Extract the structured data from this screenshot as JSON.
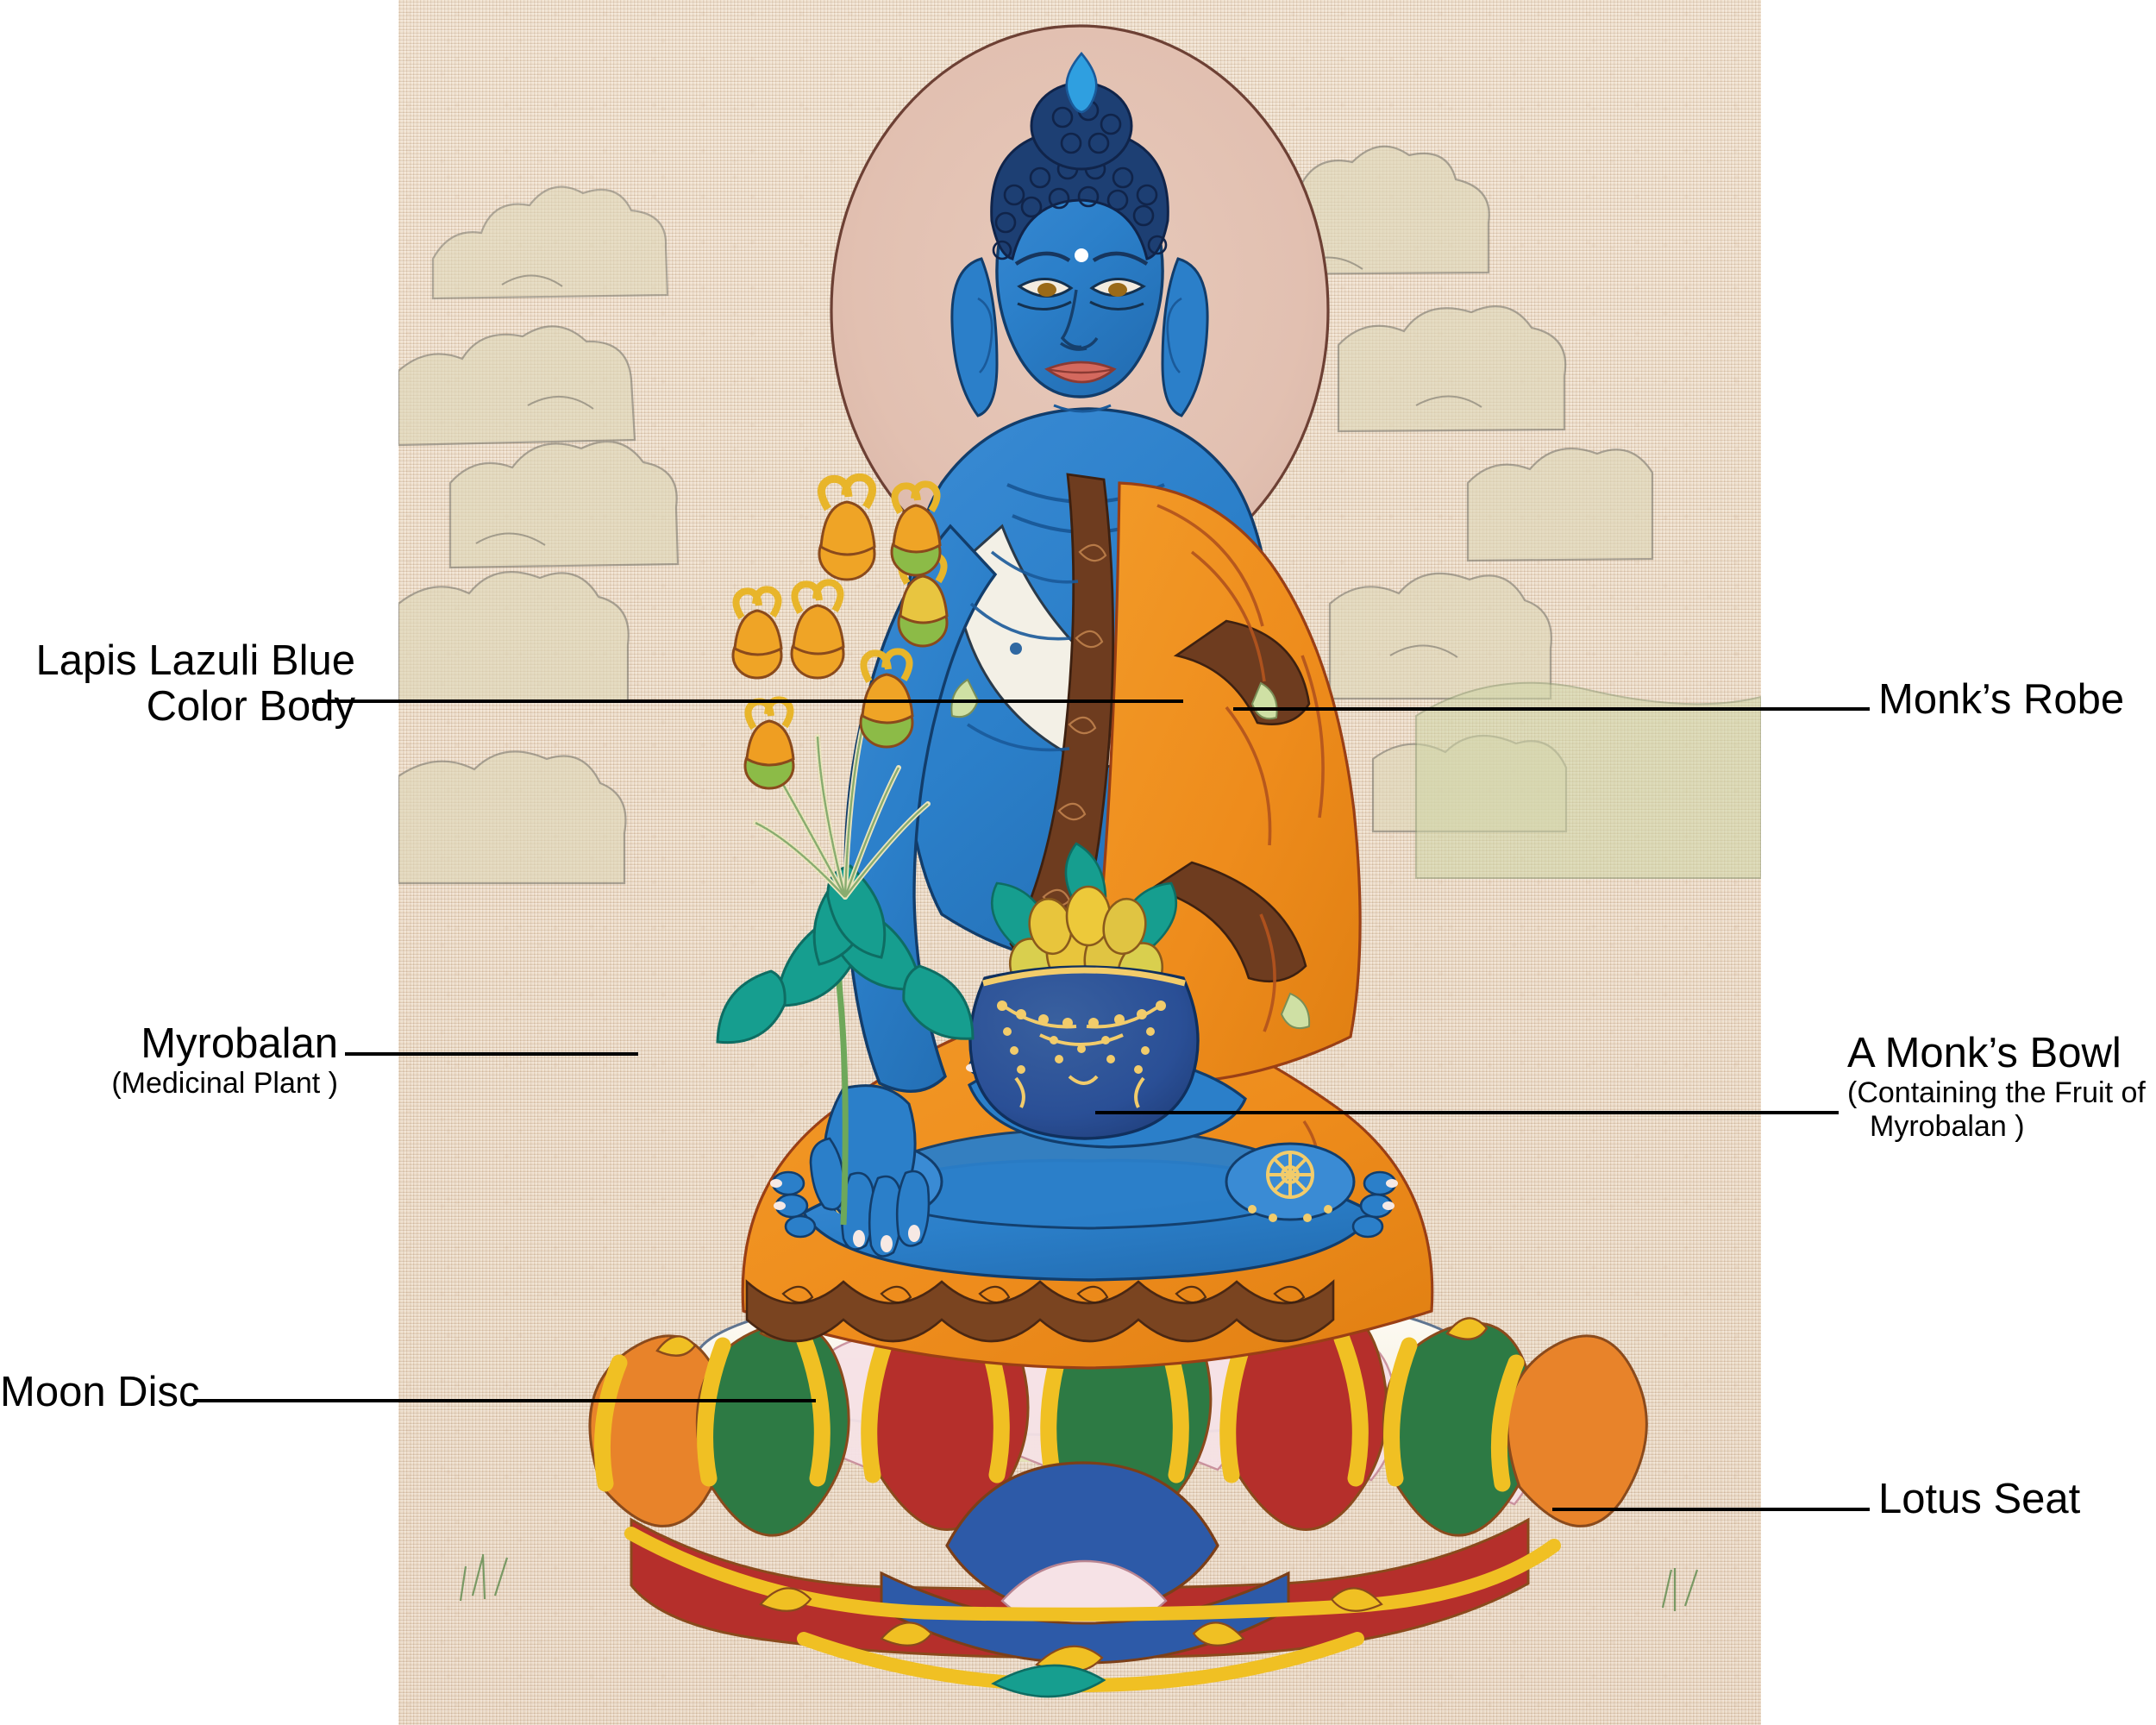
{
  "figure": {
    "subject": "Medicine Buddha (Bhaisajyaguru) thangka",
    "canvas_color": "#ecd9c3",
    "halo_color": "#e2c0b1",
    "body_color": "#2b7fc9",
    "hair_color": "#1d3f73",
    "robe_color": "#ee8c1c",
    "robe_border_color": "#6e3c1f",
    "bowl_color": "#2a4f96",
    "bowl_gold": "#f2cc6b",
    "lotus_red": "#b52f2b",
    "lotus_green": "#2d7a44",
    "lotus_gold": "#f0c023",
    "lotus_blue": "#2d5aa8",
    "moon_disc_color": "#fbf7ee"
  },
  "labels": [
    {
      "id": "lapis-lazuli-blue-color-body",
      "side": "left",
      "line1": "Lapis Lazuli Blue",
      "line2": "Color Body",
      "sub": ""
    },
    {
      "id": "myrobalan",
      "side": "left",
      "line1": "Myrobalan",
      "line2": "",
      "sub": "(Medicinal Plant )"
    },
    {
      "id": "moon-disc",
      "side": "left",
      "line1": "Moon Disc",
      "line2": "",
      "sub": ""
    },
    {
      "id": "monks-robe",
      "side": "right",
      "line1": "Monk’s Robe",
      "line2": "",
      "sub": ""
    },
    {
      "id": "a-monks-bowl",
      "side": "right",
      "line1": "A Monk’s Bowl",
      "line2": "",
      "sub": "(Containing the Fruit of",
      "sub2": "Myrobalan )"
    },
    {
      "id": "lotus-seat",
      "side": "right",
      "line1": "Lotus Seat",
      "line2": "",
      "sub": ""
    }
  ]
}
